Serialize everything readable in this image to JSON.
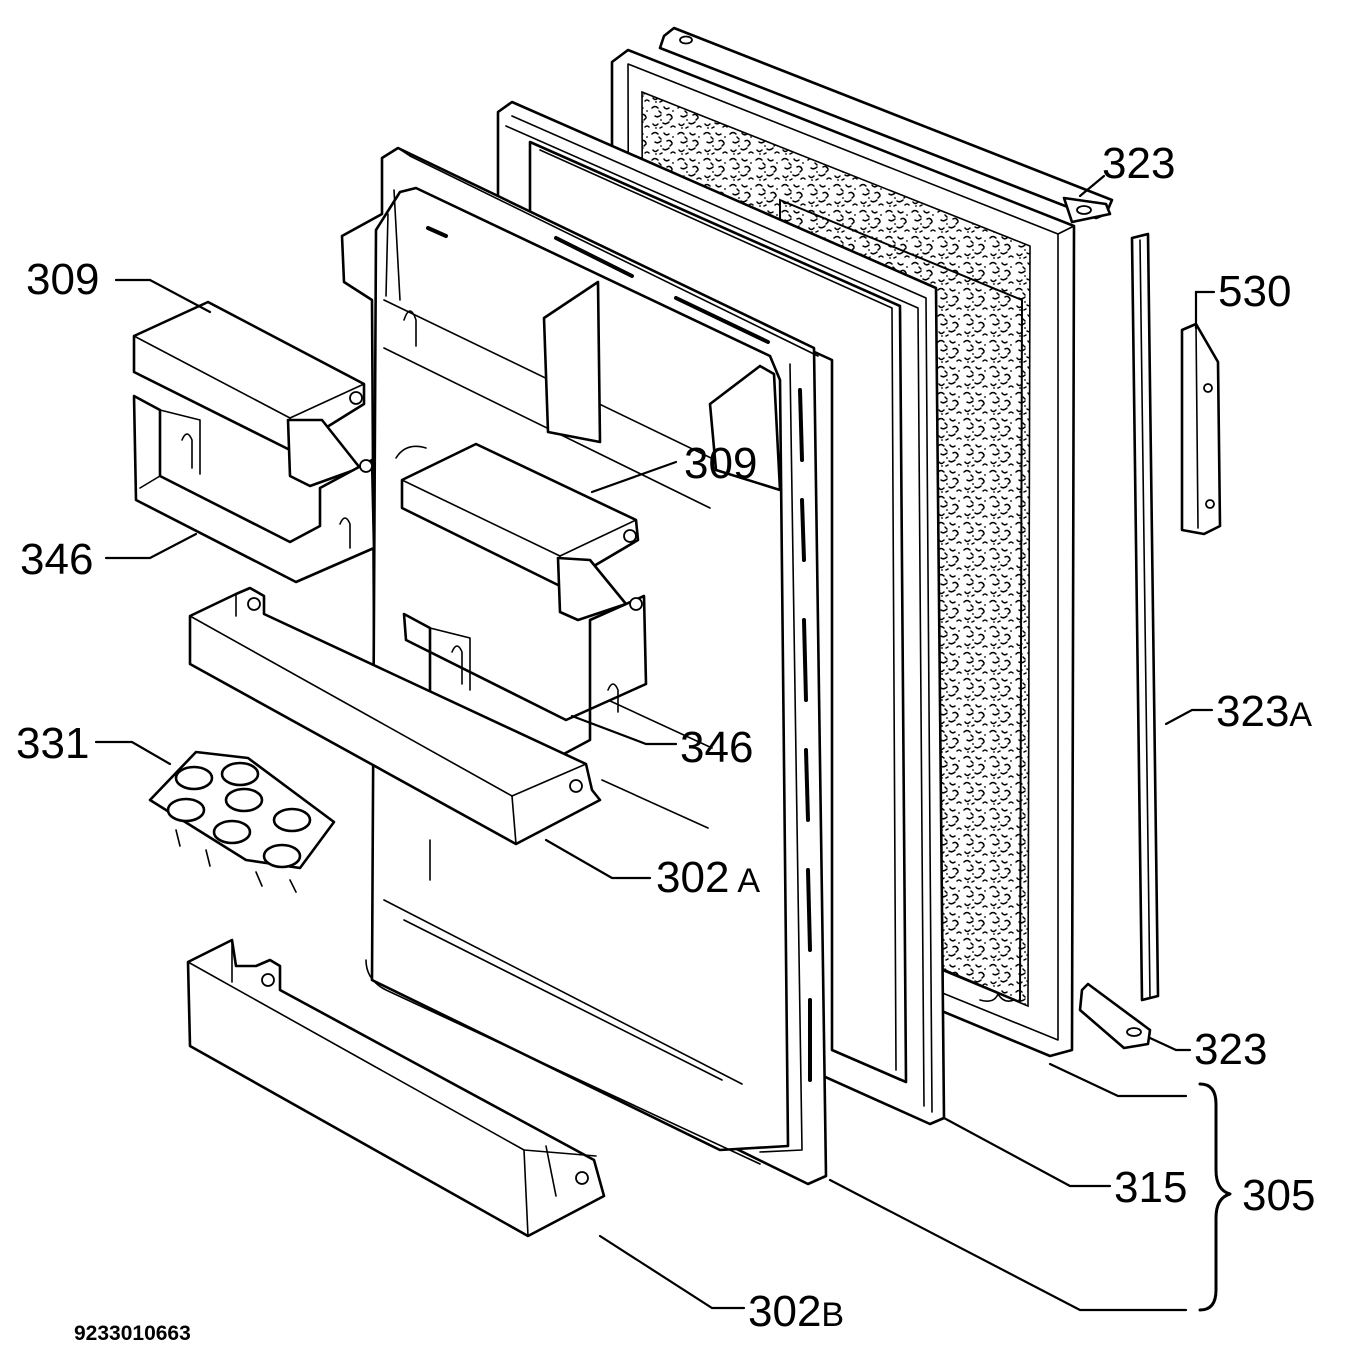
{
  "diagram": {
    "drawing_number": "9233010663",
    "parts": [
      {
        "key": "p323_top",
        "number": "323",
        "suffix": ""
      },
      {
        "key": "p530",
        "number": "530",
        "suffix": ""
      },
      {
        "key": "p309_left",
        "number": "309",
        "suffix": ""
      },
      {
        "key": "p309_mid",
        "number": "309",
        "suffix": ""
      },
      {
        "key": "p346_left",
        "number": "346",
        "suffix": ""
      },
      {
        "key": "p346_mid",
        "number": "346",
        "suffix": ""
      },
      {
        "key": "p323a",
        "number": "323",
        "suffix": "A"
      },
      {
        "key": "p331",
        "number": "331",
        "suffix": ""
      },
      {
        "key": "p302a",
        "number": "302",
        "suffix": "A"
      },
      {
        "key": "p323_bottom",
        "number": "323",
        "suffix": ""
      },
      {
        "key": "p315",
        "number": "315",
        "suffix": ""
      },
      {
        "key": "p305",
        "number": "305",
        "suffix": ""
      },
      {
        "key": "p302b",
        "number": "302",
        "suffix": "B"
      }
    ]
  }
}
